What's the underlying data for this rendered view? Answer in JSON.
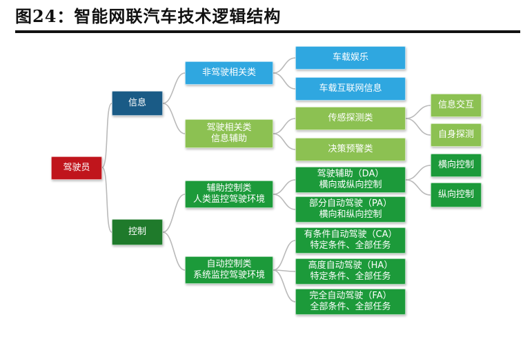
{
  "title": "图24：智能网联汽车技术逻辑结构",
  "colors": {
    "root": "#c0151c",
    "level1": [
      "#1a5b86",
      "#1f7a2b"
    ],
    "info_branch": "#2fa7e0",
    "assist_branch": "#8cc152",
    "control_branch": "#1c9a3a",
    "connector": "#b9b9b9"
  },
  "diagram": {
    "root": "驾驶员",
    "info": {
      "label": "信息",
      "non_driving": {
        "label": "非驾驶相关类",
        "children": [
          "车载娱乐",
          "车载互联网信息"
        ]
      },
      "driving": {
        "line1": "驾驶相关类",
        "line2": "信息辅助",
        "perception": {
          "label": "传感探测类",
          "children": [
            "信息交互",
            "自身探测"
          ]
        },
        "decision": "决策预警类"
      }
    },
    "control": {
      "label": "控制",
      "assist": {
        "line1": "辅助控制类",
        "line2": "人类监控驾驶环境",
        "da": {
          "line1": "驾驶辅助（DA）",
          "line2": "横向或纵向控制",
          "children": [
            "横向控制",
            "纵向控制"
          ]
        },
        "pa": {
          "line1": "部分自动驾驶（PA）",
          "line2": "横向和纵向控制"
        }
      },
      "auto": {
        "line1": "自动控制类",
        "line2": "系统监控驾驶环境",
        "ca": {
          "line1": "有条件自动驾驶（CA）",
          "line2": "特定条件、全部任务"
        },
        "ha": {
          "line1": "高度自动驾驶（HA）",
          "line2": "特定条件、全部任务"
        },
        "fa": {
          "line1": "完全自动驾驶（FA）",
          "line2": "全部条件、全部任务"
        }
      }
    }
  }
}
